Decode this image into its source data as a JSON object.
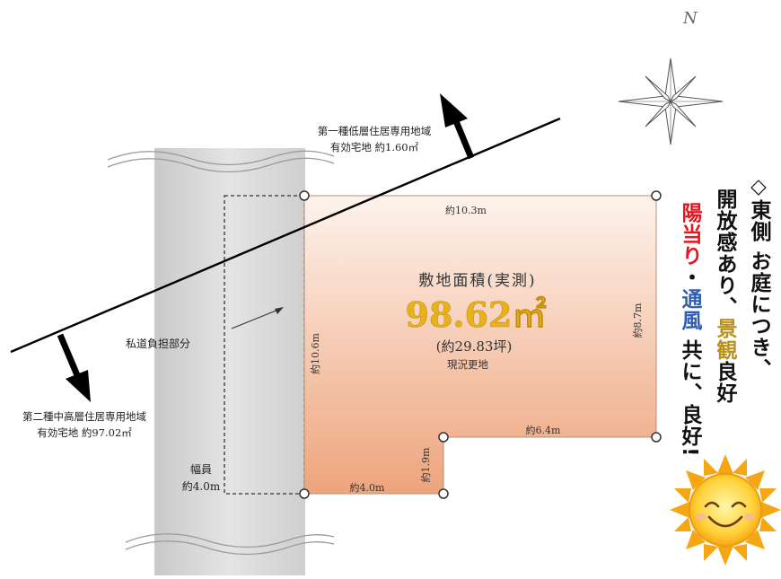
{
  "north": {
    "label": "N"
  },
  "zones": {
    "upper": {
      "line1": "第一種低層住居専用地域",
      "line2": "有効宅地 約1.60㎡"
    },
    "lower": {
      "line1": "第二種中高層住居専用地域",
      "line2": "有効宅地 約97.02㎡"
    }
  },
  "private_road": {
    "label": "私道負担部分",
    "width_label": "幅員",
    "width_value": "約4.0m"
  },
  "dimensions": {
    "top": "約10.3m",
    "right": "約8.7m",
    "left": "約10.6m",
    "notch_right": "約6.4m",
    "notch_vertical": "約1.9m",
    "bottom": "約4.0m"
  },
  "area": {
    "label": "敷地面積(実測)",
    "value": "98.62㎡",
    "tsubo": "(約29.83坪)",
    "condition": "現況更地"
  },
  "callout": {
    "col1": "◇東側 お庭につき、",
    "col2_a": "開放感あり、",
    "col2_b": "景観",
    "col2_c": "良好",
    "col3_a": "陽当り",
    "col3_b": "・",
    "col3_c": "通風",
    "col3_d": " 共に、良好!"
  },
  "colors": {
    "lot_fill_top": "#fdf3ec",
    "lot_fill_bottom": "#eea47c",
    "area_value": "#e8b21c",
    "road": "#d6d6d6",
    "accent_red": "#e8141e",
    "accent_blue": "#2f5fb0",
    "accent_gold": "#b9911c"
  }
}
